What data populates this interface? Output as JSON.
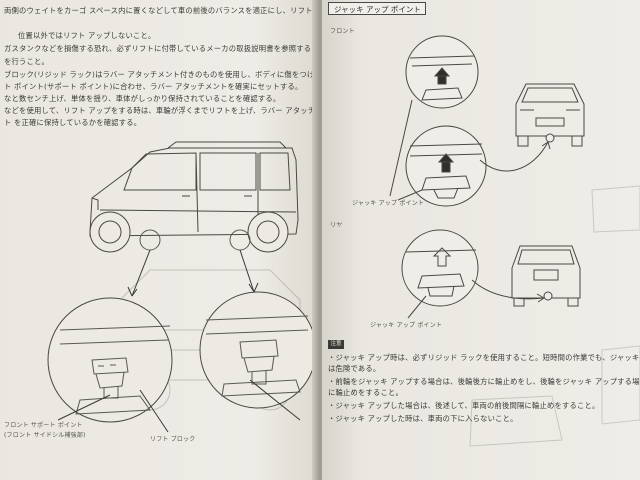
{
  "left_page": {
    "body_lines": [
      "両側のウェイトをカーゴ スペース内に置くなどして車の前後のバランスを適正にし、リフトを行う時は、",
      "位置以外ではリフト アップしないこと。",
      "ガスタンクなどを損傷する恐れ、必ずリフトに付帯しているメーカの取扱説明書を参照するとともに",
      "を行うこと。",
      "ブロック(リジッド ラック)はラバー アタッチメント付きのものを使用し、ボディに傷をつけ",
      "ト ポイント(サポート ポイント)に合わせ、ラバー アタッチメントを確実にセットする。",
      "なと数センチ上げ、単体を揺り、車体がしっかり保持されていることを確認する。",
      "などを使用して、リフト アップをする時は、車輪が浮くまでリフトを上げ、ラバー アタッチ",
      "ト を正確に保持しているかを確認する。"
    ],
    "label_front_support": "フロント サポート ポイント",
    "label_front_support_sub": "(フロント サイドシル補強部)",
    "label_lift_block": "リフト ブロック"
  },
  "right_page": {
    "section_title": "ジャッキ アップ ポイント",
    "label_front": "フロント",
    "label_rear": "リヤ",
    "label_jack_point_1": "ジャッキ アップ ポイント",
    "label_jack_point_2": "ジャッキ アップ ポイント",
    "caution_badge": "注意",
    "caution_lines": [
      "・ジャッキ アップ時は、必ずリジッド ラックを使用すること。短時間の作業でも、ジャッキのみで作業をすること",
      "  は危険である。",
      "・前輪をジャッキ アップする場合は、後輪後方に輪止めをし、後輪をジャッキ アップする場合は、前輪前側",
      "  に輪止めをすること。",
      "・ジャッキ アップした場合は、後述して、車両の前後間隔に輪止めをすること。",
      "・ジャッキ アップした時は、車両の下に入らないこと。"
    ]
  }
}
